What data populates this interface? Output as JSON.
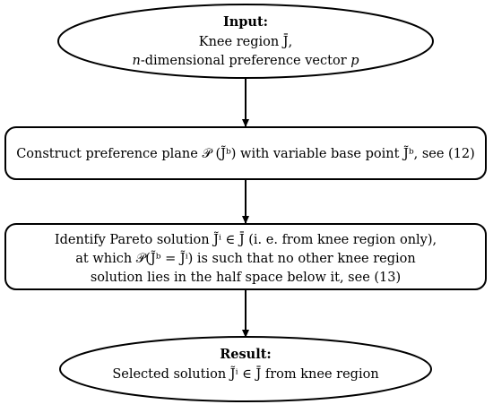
{
  "input": {
    "title": "Input:",
    "line1": "Knee region J̄,",
    "line2_var": "n",
    "line2_rest": "-dimensional preference vector ",
    "line2_p": "p"
  },
  "step1": {
    "text": "Construct preference plane 𝒫 (J̃ᵇ) with variable base point J̃ᵇ, see (12)"
  },
  "step2": {
    "line1": "Identify Pareto solution J̃ⁱ ∈ J̄ (i. e. from knee region only),",
    "line2": "at which 𝒫(J̃ᵇ = J̃ⁱ) is such that no other knee region",
    "line3": "solution lies in the half space below it, see (13)"
  },
  "result": {
    "title": "Result:",
    "line1": "Selected solution J̃ⁱ ∈ J̄ from knee region"
  }
}
